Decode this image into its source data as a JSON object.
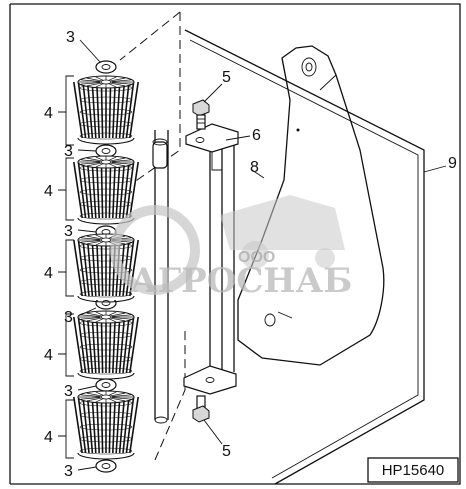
{
  "figure_id": "HP15640",
  "callouts": {
    "washer": "3",
    "brush": "4",
    "bolt": "5",
    "bracket": "6",
    "panel": "8",
    "assembly": "9"
  },
  "watermark": {
    "company_prefix": "ООО",
    "company_name": "АГРОСНАБ"
  }
}
